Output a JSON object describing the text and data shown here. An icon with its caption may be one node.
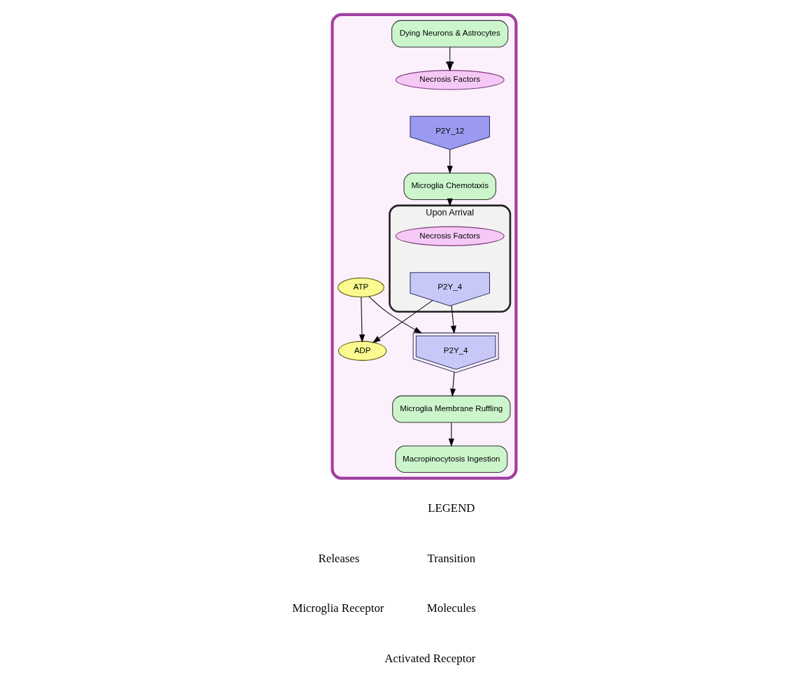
{
  "diagram": {
    "nodes": [
      {
        "text": [],
        "shape": "box"
      },
      {
        "text": [
          "Dying Neurons & Astrocytes"
        ],
        "in": 0
      },
      {
        "text": [
          "Necrosis Factors"
        ],
        "in": 0
      },
      {
        "text": [
          "P2Y_12"
        ],
        "in": 0
      },
      {
        "text": [
          "Microglia Chemotaxis"
        ],
        "in": 0
      },
      {
        "text": [
          "Upon Arrival"
        ],
        "in": 0
      },
      {
        "text": [
          "Necrosis Factors"
        ],
        "in": 5
      },
      {
        "text": [
          "P2Y_4"
        ],
        "in": 5
      },
      {
        "text": [
          "ATP"
        ],
        "in": 0
      },
      {
        "text": [
          "ADP"
        ],
        "in": 0
      },
      {
        "text": [
          "P2Y_4"
        ],
        "in": 0
      },
      {
        "text": [
          "Microglia Membrane Ruffling"
        ],
        "in": 0
      },
      {
        "text": [
          "Macropinocytosis Ingestion"
        ],
        "in": 0
      }
    ],
    "edges": [
      {
        "from": 1,
        "to": 2,
        "arrow": "to"
      },
      {
        "from": 3,
        "to": 4,
        "arrow": "to"
      },
      {
        "from": 4,
        "to": 5,
        "arrow": "to"
      },
      {
        "from": 7,
        "to": 10,
        "arrow": "to"
      },
      {
        "from": 7,
        "to": 9,
        "arrow": "to"
      },
      {
        "from": 8,
        "to": 10,
        "arrow": "to"
      },
      {
        "from": 8,
        "to": 9,
        "arrow": "to"
      },
      {
        "from": 10,
        "to": 11,
        "arrow": "to"
      },
      {
        "from": 11,
        "to": 12,
        "arrow": "to"
      }
    ],
    "labels": [
      "LEGEND"
    ],
    "legend": [
      {
        "text": "Transition"
      },
      {
        "text": "Releases"
      },
      {
        "text": "Molecules"
      },
      {
        "text": "Microglia Receptor"
      },
      {
        "text": "Activated Receptor"
      }
    ]
  }
}
